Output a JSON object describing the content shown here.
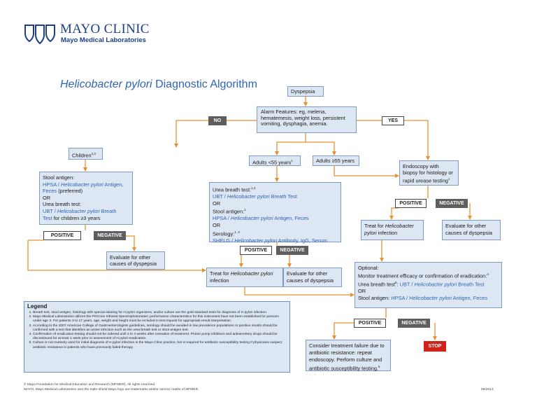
{
  "brand": {
    "name": "MAYO CLINIC",
    "sub": "Mayo Medical Laboratories",
    "color": "#1d3f88"
  },
  "title": {
    "italic": "Helicobacter pylori",
    "rest": "Diagnostic Algorithm"
  },
  "colors": {
    "arrow": "#e8912d",
    "box_fill": "#dde7f4",
    "box_border": "#7e9bc6",
    "link": "#2f64b5",
    "stop": "#d1221a"
  },
  "nodes": {
    "dyspepsia": "Dyspepsia",
    "alarm": "Alarm Features: eg, melena, hematemesis, weight loss, persistent vomiting, dysphagia, anemia.",
    "children": {
      "text": "Children",
      "sup": "2,3"
    },
    "adults_lt55": {
      "text": "Adults <55 years",
      "sup": "1"
    },
    "adults_ge55": "Adults ≥55 years",
    "endoscopy": {
      "text": "Endoscopy with biopsy for histology or rapid urease testing",
      "sup": "1"
    },
    "stool_box": {
      "l1": "Stool antigen:",
      "l2a": "HPSA / ",
      "l2b": "Helicobacter pylori",
      "l2c": " Antigen,",
      "l3a": "Feces",
      "l3b": " (preferred)",
      "l4": "OR",
      "l5": "Urea breath test:",
      "l6a": "UBT / ",
      "l6b": "Helicobacter pylori",
      "l6c": " Breath",
      "l7a": "Test",
      "l7b": " for children ≥3 years"
    },
    "urea_box": {
      "l1": "Urea breath test:",
      "s1": "1,2",
      "l2a": "UBT / ",
      "l2b": "Helicobacter pylori",
      "l2c": " Breath Test",
      "l3": "OR",
      "l4": "Stool antigen:",
      "s4": "1",
      "l5a": "HPSA / ",
      "l5b": "Helicobacter pylori",
      "l5c": " Antigen, Feces",
      "l6": "OR",
      "l7": "Serology:",
      "s7": "1, 3",
      "l8a": "SHELG / ",
      "l8b": "Helicobacter pylori",
      "l8c": " Antibody, IgG, Serum"
    },
    "eval_left": "Evaluate for other causes of dyspepsia",
    "eval_mid": "Evaluate for other causes of dyspepsia",
    "eval_right": "Evaluate for other causes of dyspepsia",
    "treat_mid": {
      "a": "Treat for ",
      "b": "Helicobacter pylori",
      "c": " infection"
    },
    "treat_right": {
      "a": "Treat for ",
      "b": "Helicobacter pylori",
      "c": " infection"
    },
    "optional": {
      "l1": "Optional:",
      "l2": "Monitor treatment efficacy or confirmation of eradication:",
      "s2": "4",
      "l3a": "Urea breath test",
      "s3": "5",
      "l3b": ": ",
      "l3c": "UBT / ",
      "l3d": "Helicobacter pylori",
      "l3e": " Breath Test",
      "l4": "OR",
      "l5a": "Stool antigen: ",
      "l5b": "HPSA / ",
      "l5c": "Helicobacter pylori",
      "l5d": " Antigen, Feces"
    },
    "failure": {
      "text": "Consider treatment failure due to antibiotic resistance: repeat endoscopy. Perform culture and antibiotic susceptibility testing.",
      "sup": "5"
    }
  },
  "tags": {
    "no": "NO",
    "yes": "YES",
    "positive": "POSITIVE",
    "negative": "NEGATIVE",
    "stop": "STOP"
  },
  "legend": {
    "title": "Legend",
    "items": [
      "Breath test, stool antigen, histology with special staining for H pylori organisms, and/or culture are the gold standard tests for diagnosis of H pylori infection.",
      "Mayo Medical Laboratories utilizes the POCone Infrared Spectrophotometer; performance characteristics for this instrument have not been established for persons under age 3. For patients 3 to 17 years, age, weight and height must be included in test request for appropriate result interpretation.",
      "According to the 2007 American College of Gastroenterologists guidelines, serology should be avoided in low prevalence populations or positive results should be confirmed with a test that identifies an active infection such as the urea breath test or stool antigen test.",
      "Confirmation of eradication testing should not be ordered until 2 to 4 weeks after cessation of treatment. Proton pump inhibitors and antisecretory drugs should be discontinued for at least 1 week prior to assessment of H pylori eradication.",
      "Culture is not routinely used for initial diagnosis of H pylori infection in the Mayo Clinic practice, but is required for antibiotic susceptibility testing if physicians suspect antibiotic resistance in patients who have previously failed therapy."
    ]
  },
  "footer": {
    "line1": "© Mayo Foundation for Medical Education and Research (MFMER). All rights reserved.",
    "line2": "MAYO, Mayo Medical Laboratories and the triple-shield Mayo logo are trademarks and/or service marks of MFMER.",
    "date": "06/2014"
  }
}
